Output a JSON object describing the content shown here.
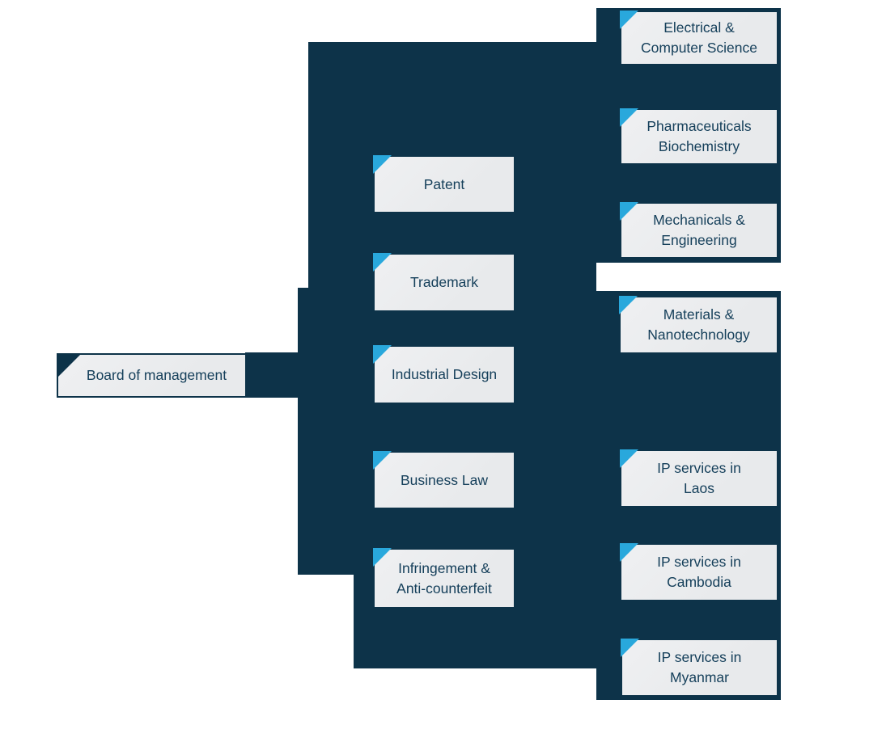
{
  "diagram": {
    "type": "org-chart",
    "root": {
      "label": "Board of management"
    },
    "departments": [
      {
        "label": "Patent"
      },
      {
        "label": "Trademark"
      },
      {
        "label": "Industrial Design"
      },
      {
        "label": "Business Law"
      },
      {
        "label": "Infringement & Anti-counterfeit"
      }
    ],
    "technical_fields": [
      {
        "label": "Electrical & Computer Science"
      },
      {
        "label": "Pharmaceuticals Biochemistry"
      },
      {
        "label": "Mechanicals & Engineering"
      },
      {
        "label": "Materials & Nanotechnology"
      }
    ],
    "regional_services": [
      {
        "label": "IP services in Laos"
      },
      {
        "label": "IP services in Cambodia"
      },
      {
        "label": "IP services in Myanmar"
      }
    ]
  },
  "colors": {
    "navy": "#0D3349",
    "accent": "#29A8DC",
    "box-fill": "#E8EAEC",
    "box-border": "#0D3349",
    "text": "#16405B",
    "page-bg": "#FFFFFF"
  }
}
